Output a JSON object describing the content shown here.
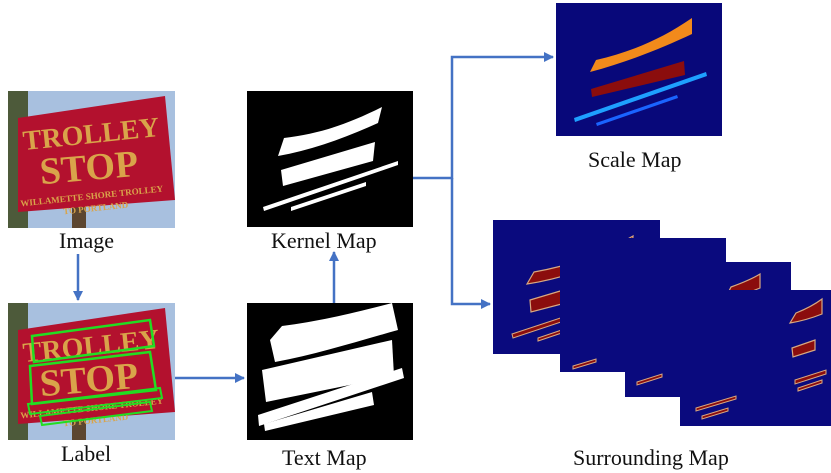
{
  "captions": {
    "image": "Image",
    "label": "Label",
    "kernel_map": "Kernel Map",
    "text_map": "Text Map",
    "scale_map": "Scale Map",
    "surrounding_map": "Surrounding Map"
  },
  "sign": {
    "line1": "TROLLEY",
    "line2": "STOP",
    "line3": "WILLAMETTE SHORE TROLLEY",
    "line4": "TO PORTLAND"
  },
  "colors": {
    "arrow": "#4472c4",
    "map_background": "#000000",
    "map_foreground": "#ffffff",
    "scale_background": "#08087a",
    "surround_background": "#0a0a7e",
    "surround_region": "#8b0d0d",
    "surround_border": "#d8a880",
    "sign_red": "#b3112e",
    "sign_text": "#d9a44a",
    "label_box": "#22dd22",
    "sky": "#a8c0df"
  }
}
